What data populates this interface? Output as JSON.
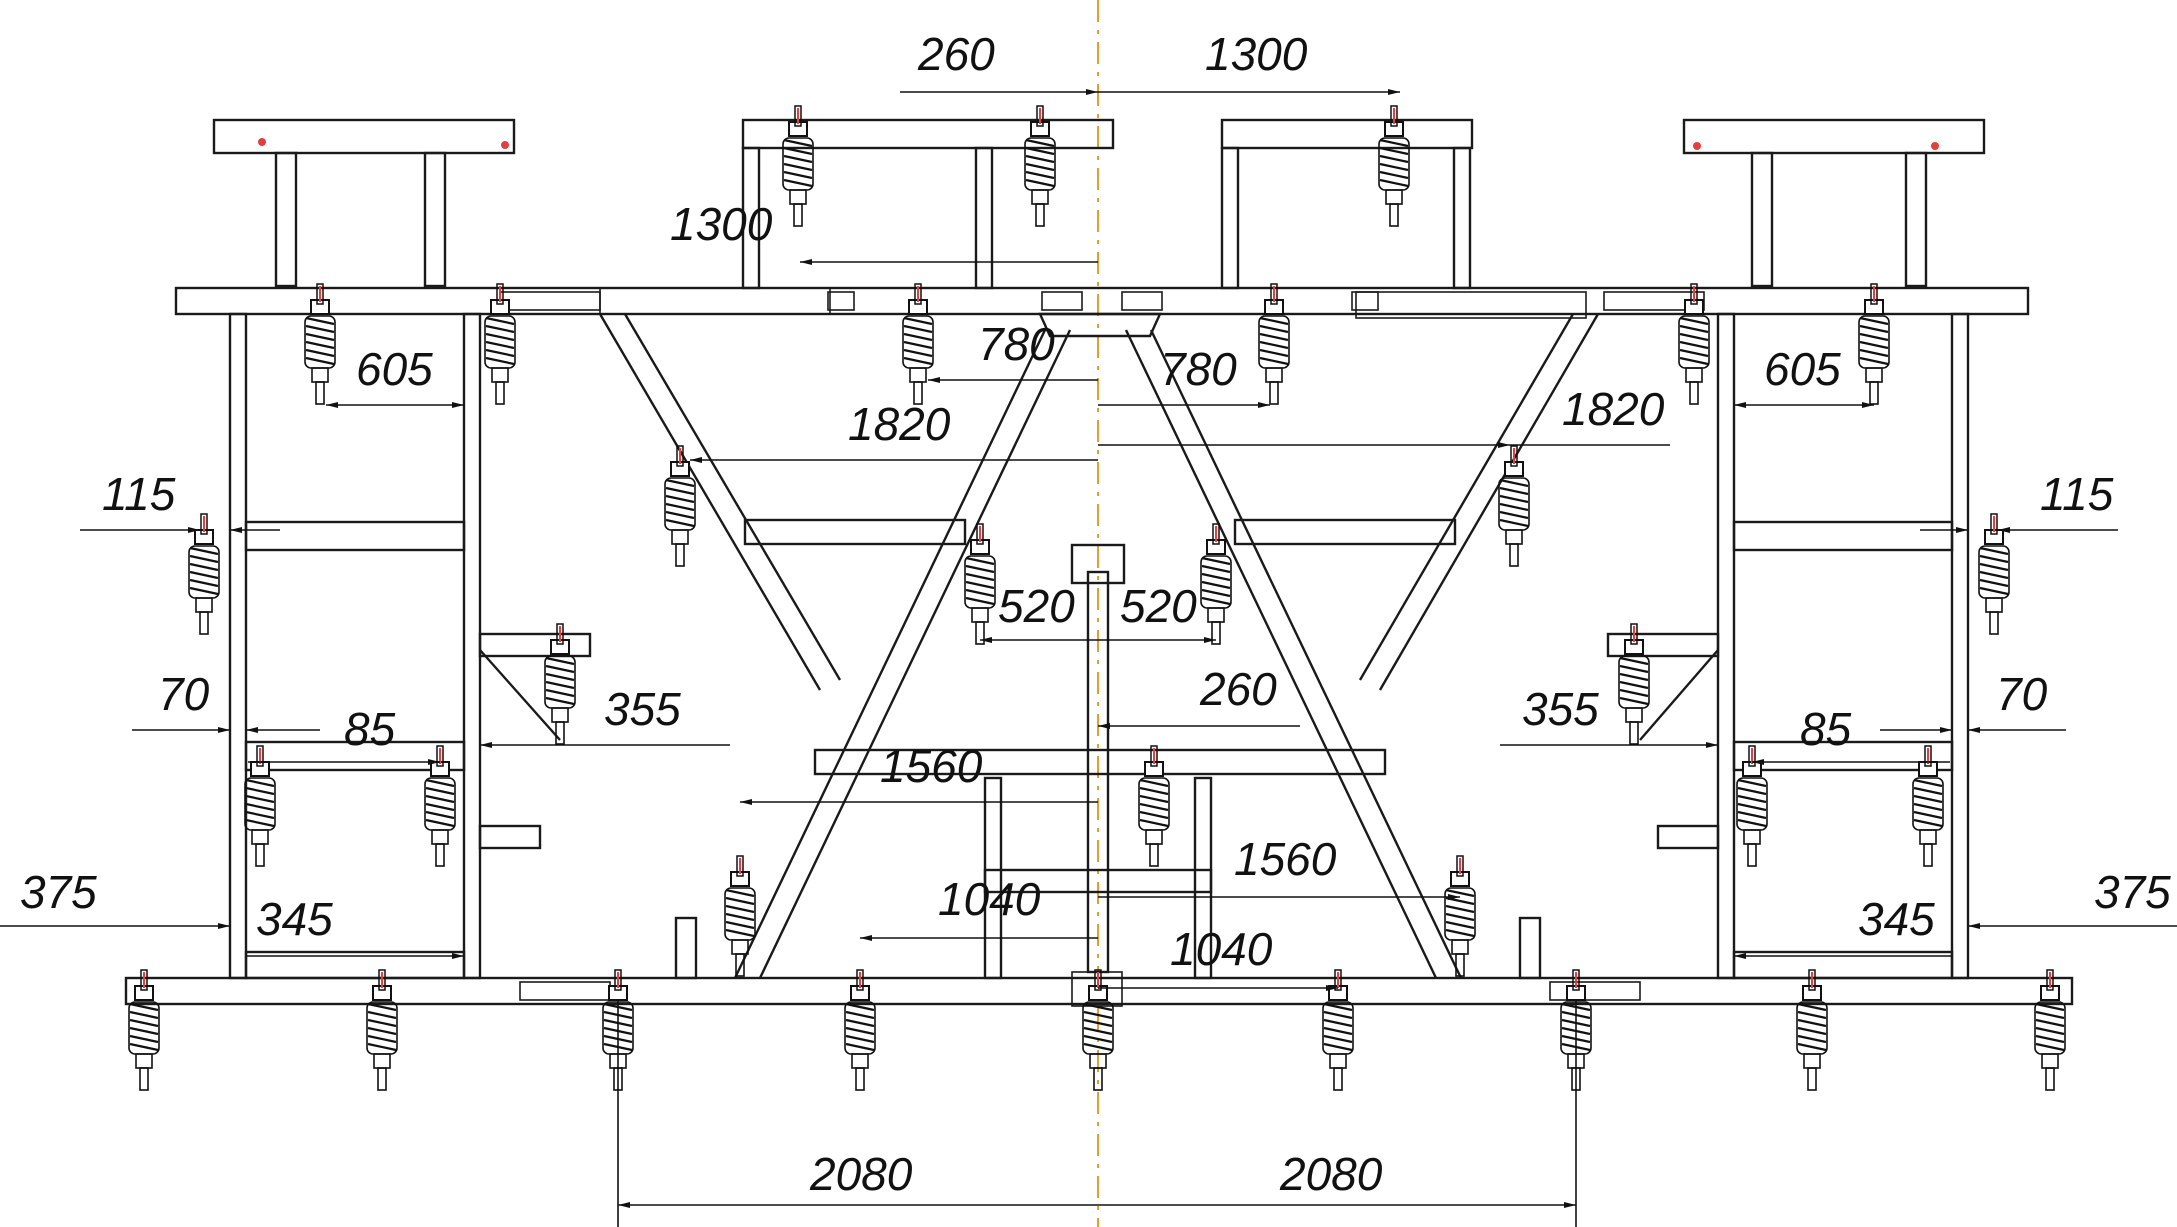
{
  "dimensions": [
    {
      "id": "d260-top",
      "text": "260"
    },
    {
      "id": "d1300-top",
      "text": "1300"
    },
    {
      "id": "d1300-left",
      "text": "1300"
    },
    {
      "id": "d780-left",
      "text": "780"
    },
    {
      "id": "d780-right",
      "text": "780"
    },
    {
      "id": "d1820-left",
      "text": "1820"
    },
    {
      "id": "d1820-right",
      "text": "1820"
    },
    {
      "id": "d605-left",
      "text": "605"
    },
    {
      "id": "d605-right",
      "text": "605"
    },
    {
      "id": "d115-left",
      "text": "115"
    },
    {
      "id": "d115-right",
      "text": "115"
    },
    {
      "id": "d520-left",
      "text": "520"
    },
    {
      "id": "d520-right",
      "text": "520"
    },
    {
      "id": "d70-left",
      "text": "70"
    },
    {
      "id": "d70-right",
      "text": "70"
    },
    {
      "id": "d85-left",
      "text": "85"
    },
    {
      "id": "d85-right",
      "text": "85"
    },
    {
      "id": "d355-left",
      "text": "355"
    },
    {
      "id": "d355-right",
      "text": "355"
    },
    {
      "id": "d260-mid",
      "text": "260"
    },
    {
      "id": "d1560-left",
      "text": "1560"
    },
    {
      "id": "d1560-right",
      "text": "1560"
    },
    {
      "id": "d1040-left",
      "text": "1040"
    },
    {
      "id": "d1040-right",
      "text": "1040"
    },
    {
      "id": "d375-left",
      "text": "375"
    },
    {
      "id": "d375-right",
      "text": "375"
    },
    {
      "id": "d345-left",
      "text": "345"
    },
    {
      "id": "d345-right",
      "text": "345"
    },
    {
      "id": "d2080-left",
      "text": "2080"
    },
    {
      "id": "d2080-right",
      "text": "2080"
    }
  ],
  "colors": {
    "line": "#1a1a1a",
    "axis": "#e0a030",
    "marker": "#e04040"
  }
}
